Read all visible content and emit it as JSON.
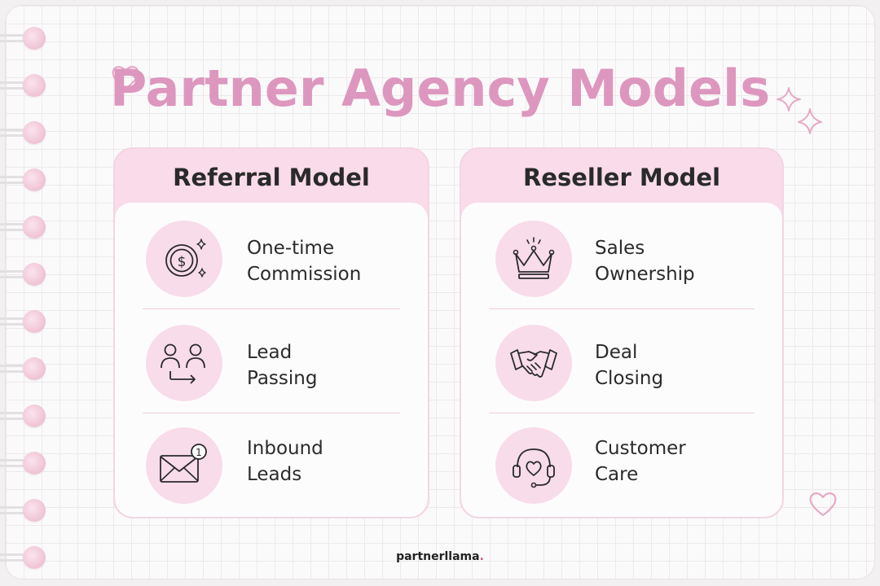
{
  "title": "Partner Agency Models",
  "colors": {
    "accent": "#dd97be",
    "card_header": "#f9dbe9",
    "icon_bg": "#f8dcea",
    "brand_dot": "#e34a8f"
  },
  "models": [
    {
      "name": "Referral Model",
      "items": [
        {
          "line1": "One-time",
          "line2": "Commission",
          "icon": "coin-icon"
        },
        {
          "line1": "Lead",
          "line2": "Passing",
          "icon": "people-transfer-icon"
        },
        {
          "line1": "Inbound",
          "line2": "Leads",
          "icon": "envelope-notification-icon"
        }
      ]
    },
    {
      "name": "Reseller Model",
      "items": [
        {
          "line1": "Sales",
          "line2": "Ownership",
          "icon": "crown-icon"
        },
        {
          "line1": "Deal",
          "line2": "Closing",
          "icon": "handshake-icon"
        },
        {
          "line1": "Customer",
          "line2": "Care",
          "icon": "headset-icon"
        }
      ]
    }
  ],
  "brand": {
    "name": "partnerllama",
    "dot": "."
  }
}
